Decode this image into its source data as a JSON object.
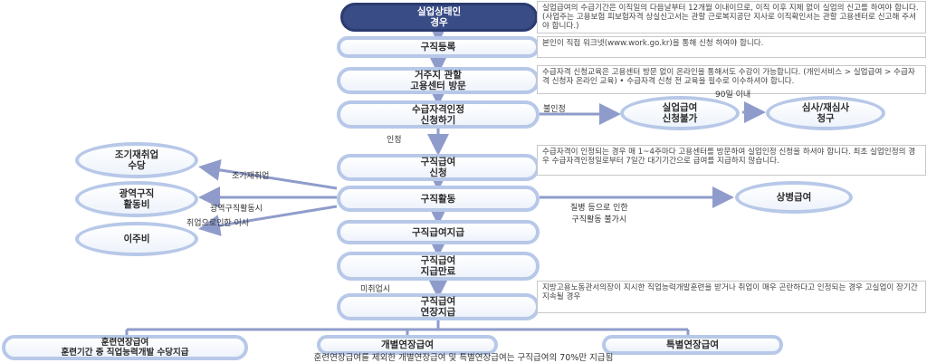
{
  "nodes": {
    "start": "실업상태인\n경우",
    "register": "구직등록",
    "center_visit": "거주지 관할\n고용센터 방문",
    "apply": "수급자격인정\n신청하기",
    "apply_benefit": "구직급여\n신청",
    "job_search": "구직활동",
    "pay": "구직급여지급",
    "end": "구직급여\n지급만료",
    "extension": "구직급여\n연장지급",
    "unemployed_recognition": "실업급여\n신청불가",
    "review": "심사/재심사\n청구",
    "sick": "상병급여",
    "early_reemploy": "조기재취업\n수당",
    "wide_area": "광역구직\n활동비",
    "relocation": "이주비",
    "training_ext": "훈련연장급여\n훈련기간 중 직업능력개발 수당지급",
    "individual_ext": "개별연장급여",
    "special_ext": "특별연장급여"
  },
  "notes": {
    "n1": "실업급여의 수급기간은 이직일의 다음날부터 12개월 이내이므로, 이직 이후 지체 없이 실업의 신고를 하여야 합니다. (사업주는 고용보험 피보험자격 상실신고서는 관할 근로복지공단 지사로 이직확인서는 관할 고용센터로 신고해 주셔야 합니다.)",
    "n2": "본인이 직접 워크넷(www.work.go.kr)을 통해 신청 하여야 합니다.",
    "n3": "수급자격 신청교육은 고용센터 방문 없이 온라인을 통해서도 수강이 가능합니다. (개인서비스 > 실업급여 > 수급자격 신청자 온라인 교육) • 수급자격 신청 전 교육을 필수로 이수하셔야 합니다.",
    "n4": "수급자격이 인정되는 경우 매 1~4주마다 고용센터를 방문하여 실업인정 신청을 하셔야 합니다. 최초 실업인정의 경우 수급자격인정일로부터 7일간 대기기간으로 급여를 지급하지 않습니다.",
    "n5": "지방고용노동관서의장이 지시한 직업능력개발훈련을 받거나 취업이 매우 곤란하다고 인정되는 경우 고실업이 장기간 지속될 경우"
  },
  "labels": {
    "days90": "90일 이내",
    "rejected": "불인정",
    "recognized": "인정",
    "early": "조기재취업",
    "wide": "광역구직활동시",
    "move": "취업으로인한 이사",
    "sickness": "질병 등으로 인한\n구직활동 불가시",
    "not_employed": "미취업시"
  },
  "footer": "훈련연장급여를 제외한 개별연장급여 및 특별연장급여는 구직급여의 70%만 지급됨",
  "colors": {
    "accent": "#3a4c86",
    "node_border": "#b7c8e8",
    "arrow": "#8f9ccb"
  }
}
